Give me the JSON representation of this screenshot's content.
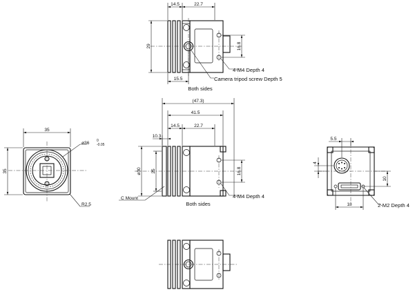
{
  "views": {
    "top": {
      "dims": {
        "d1": "14.5",
        "d2": "22.7",
        "d3": "15.5",
        "height": "29",
        "hole_pitch": "16.8"
      },
      "callouts": {
        "mount_holes": "4-M4 Depth 4",
        "tripod": "Camera tripod screw Depth 5"
      },
      "caption": "Both sides"
    },
    "front": {
      "dims": {
        "width": "35",
        "height": "35",
        "lens": "ø36",
        "tol_upper": "0",
        "tol_lower": "-0.05",
        "radius": "R2.5"
      }
    },
    "side": {
      "dims": {
        "overall": "(47.3)",
        "body": "41.5",
        "d1": "10.3",
        "d2": "14.5",
        "d3": "22.7",
        "dia": "ø30",
        "inner": "25",
        "hole_pitch": "16.8"
      },
      "callouts": {
        "mount_thread": "C Mount",
        "mount_holes": "4-M4 Depth 4"
      },
      "caption": "Both sides"
    },
    "rear": {
      "dims": {
        "top": "5.5",
        "left": "4",
        "right": "10",
        "bottom": "18"
      },
      "callouts": {
        "holes": "2-M2 Depth 4"
      }
    }
  }
}
